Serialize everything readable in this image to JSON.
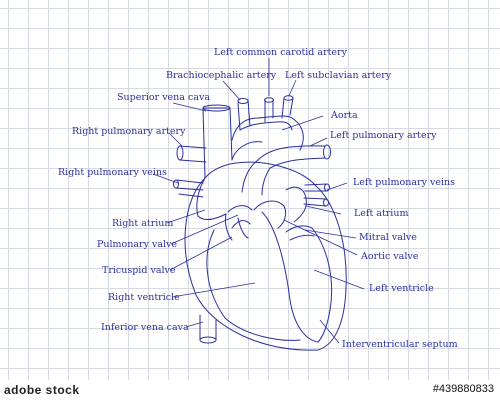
{
  "colors": {
    "line": "#2b2f9e",
    "grid": "#d4d9e2",
    "background": "#ffffff"
  },
  "labels": {
    "left_common_carotid": "Left common carotid artery",
    "brachiocephalic": "Brachiocephalic artery",
    "left_subclavian": "Left subclavian artery",
    "superior_vena_cava": "Superior vena cava",
    "aorta": "Aorta",
    "right_pulmonary_artery": "Right pulmonary artery",
    "left_pulmonary_artery": "Left pulmonary artery",
    "right_pulmonary_veins": "Right pulmonary veins",
    "left_pulmonary_veins": "Left pulmonary veins",
    "right_atrium": "Right atrium",
    "left_atrium": "Left atrium",
    "pulmonary_valve": "Pulmonary valve",
    "mitral_valve": "Mitral valve",
    "aortic_valve": "Aortic valve",
    "tricuspid_valve": "Tricuspid valve",
    "left_ventricle": "Left ventricle",
    "right_ventricle": "Right ventricle",
    "inferior_vena_cava": "Inferior vena cava",
    "interventricular_septum": "Interventricular septum"
  },
  "stock": {
    "logo": "adobe stock",
    "id": "#439880833"
  }
}
